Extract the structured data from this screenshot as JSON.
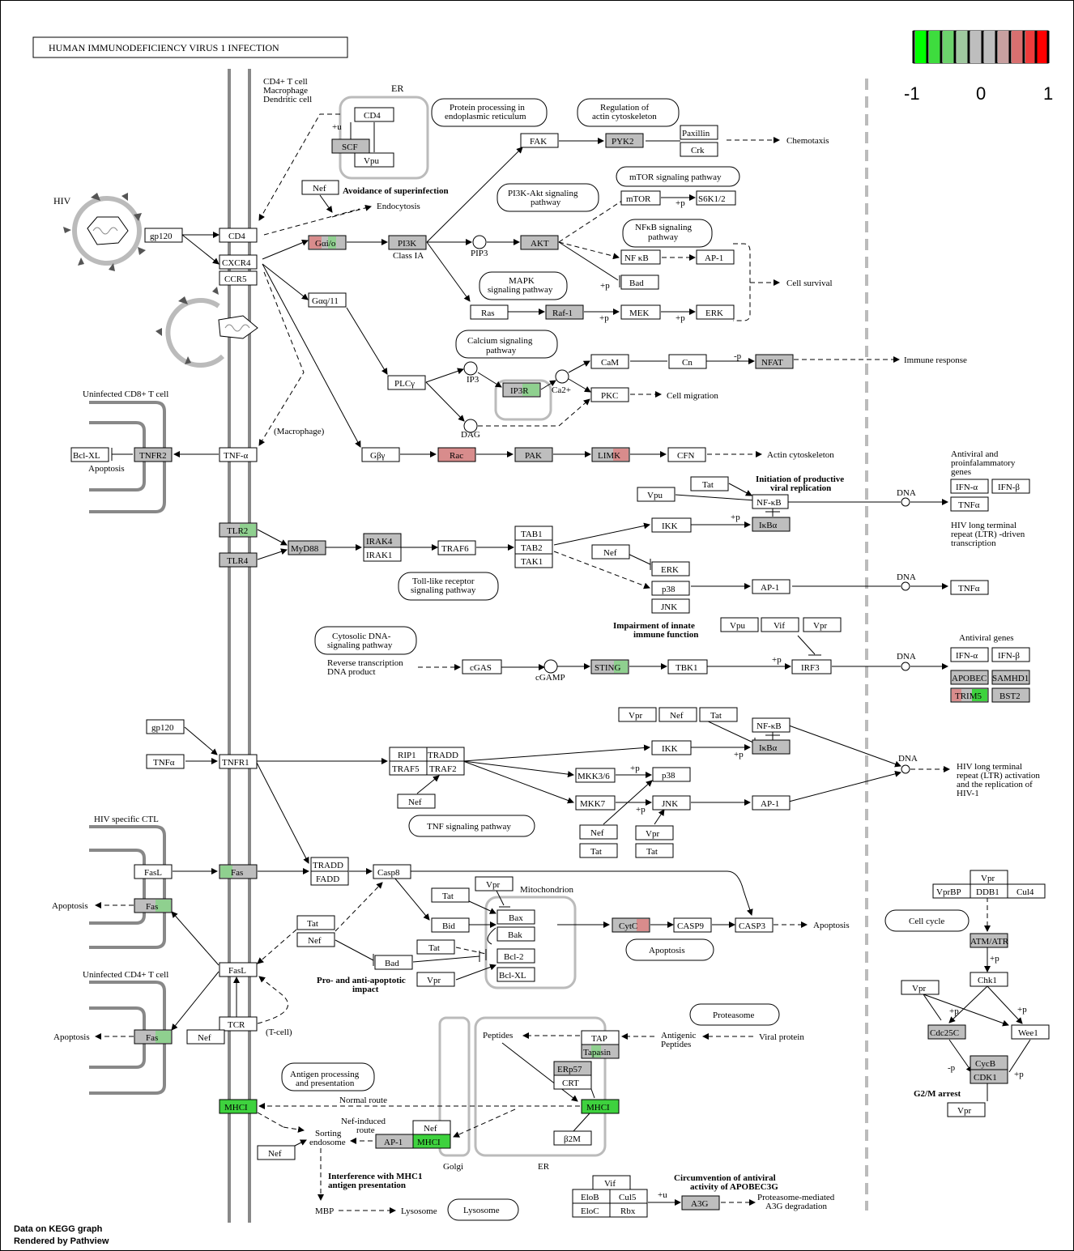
{
  "title": "HUMAN IMMUNODEFICIENCY VIRUS 1 INFECTION",
  "footer": [
    "Data on KEGG graph",
    "Rendered by Pathview"
  ],
  "legend": {
    "min_label": "-1",
    "mid_label": "0",
    "max_label": "1",
    "colors": [
      "#00ff00",
      "#3edc3e",
      "#6cd26c",
      "#a0c8a0",
      "#bebebe",
      "#bebebe",
      "#c8a0a0",
      "#d87070",
      "#ee3c3c",
      "#ff0000"
    ]
  },
  "colors": {
    "gray": "#bebebe",
    "up": "#d88c8c",
    "down": "#3ed23e",
    "light_down": "#8fd08f"
  },
  "labels": {
    "cd4_cells": [
      "CD4+ T cell",
      "Macrophage",
      "Dendritic cell"
    ],
    "hiv": "HIV",
    "er": "ER",
    "er2": "ER",
    "golgi": "Golgi",
    "uninfected_cd8": "Uninfected CD8+ T cell",
    "hiv_ctl": "HIV specific CTL",
    "uninfected_cd4": "Uninfected CD4+ T cell",
    "apoptosis": "Apoptosis",
    "mitochondrion": "Mitochondrion",
    "macrophage": "(Macrophage)",
    "tcell": "(T-cell)",
    "endocytosis": "Endocytosis",
    "chemotaxis": "Chemotaxis",
    "cell_survival": "Cell survival",
    "immune_response": "Immune response",
    "cell_migration": "Cell migration",
    "actin_cytoskeleton": "Actin cytoskeleton",
    "class_ia": "Class IA",
    "pip3": "PIP3",
    "ip3": "IP3",
    "dag": "DAG",
    "ca": "Ca2+",
    "cgamp": "cGAMP",
    "dna": "DNA",
    "antiviral_proinflam": [
      "Antiviral and",
      "proinfalammatory",
      "genes"
    ],
    "ltr_driven": [
      "HIV long terminal",
      "repeat (LTR) -driven",
      "transcription"
    ],
    "antiviral_genes": "Antiviral genes",
    "ltr_activation": [
      "HIV long terminal",
      "repeat (LTR) activation",
      "and the replication of",
      "HIV-1"
    ],
    "reverse_transcription": [
      "Reverse transcription",
      "DNA product"
    ],
    "avoidance": "Avoidance of superinfection",
    "initiation": [
      "Initiation of productive",
      "viral replication"
    ],
    "impairment": [
      "Impairment of innate",
      "immune function"
    ],
    "pro_anti": [
      "Pro- and anti-apoptotic",
      "impact"
    ],
    "interference": [
      "Interference with MHC1",
      "antigen presentation"
    ],
    "circumvention": [
      "Circumvention of antiviral",
      "activity of APOBEC3G"
    ],
    "g2m": "G2/M arrest",
    "normal_route": "Normal route",
    "nef_route": [
      "Nef-induced",
      "route"
    ],
    "sorting": [
      "Sorting",
      "endosome"
    ],
    "peptides": "Peptides",
    "antigenic": [
      "Antigenic",
      "Peptides"
    ],
    "viral_protein": "Viral protein",
    "mbp": "MBP",
    "lysosome_t": "Lysosome",
    "proteasome_deg": [
      "Proteasome-mediated",
      "A3G degradation"
    ],
    "plus_u": "+u",
    "plus_p": "+p",
    "minus_p": "-p"
  },
  "pathways": {
    "protein_processing": [
      "Protein processing in",
      "endoplasmic reticulum"
    ],
    "regulation_actin": [
      "Regulation of",
      "actin cytoskeleton"
    ],
    "mtor": "mTOR signaling pathway",
    "pi3k_akt": [
      "PI3K-Akt signaling",
      "pathway"
    ],
    "nfkb": [
      "NFκB signaling",
      "pathway"
    ],
    "mapk": [
      "MAPK",
      "signaling pathway"
    ],
    "calcium": [
      "Calcium signaling",
      "pathway"
    ],
    "tlr": [
      "Toll-like receptor",
      "signaling pathway"
    ],
    "cytosolic_dna": [
      "Cytosolic DNA-",
      "signaling pathway"
    ],
    "tnf": "TNF signaling pathway",
    "apoptosis_p": "Apoptosis",
    "antigen_processing": [
      "Antigen processing",
      "and presentation"
    ],
    "proteasome": "Proteasome",
    "cell_cycle": "Cell cycle",
    "lysosome": "Lysosome"
  },
  "genes": {
    "cd4_er": "CD4",
    "scf": "SCF",
    "vpu_er": "Vpu",
    "nef_top": "Nef",
    "gp120": "gp120",
    "cd4": "CD4",
    "cxcr4": "CXCR4",
    "ccr5": "CCR5",
    "gaio": "Gαi/o",
    "pi3k": "PI3K",
    "akt": "AKT",
    "fak": "FAK",
    "pyk2": "PYK2",
    "paxillin": "Paxillin",
    "crk": "Crk",
    "mtor": "mTOR",
    "s6k": "S6K1/2",
    "nfkb1": "NF κB",
    "ap1_a": "AP-1",
    "bad_a": "Bad",
    "ras": "Ras",
    "raf1": "Raf-1",
    "mek": "MEK",
    "erk_a": "ERK",
    "gaq": "Gαq/11",
    "plcy": "PLCγ",
    "ip3r": "IP3R",
    "cam": "CaM",
    "cn": "Cn",
    "nfat": "NFAT",
    "pkc": "PKC",
    "gby": "Gβγ",
    "rac": "Rac",
    "pak": "PAK",
    "limk": "LIMK",
    "cfn": "CFN",
    "bclxl": "Bcl-XL",
    "tnfr2": "TNFR2",
    "tnfa": "TNF-α",
    "vpu_b": "Vpu",
    "tat_a": "Tat",
    "nfkb_b": "NF-κB",
    "ikk_a": "IKK",
    "ikba_a": "IκBα",
    "ifna_a": "IFN-α",
    "ifnb_a": "IFN-β",
    "tnfa_b": "TNFα",
    "tlr2": "TLR2",
    "tlr4": "TLR4",
    "myd88": "MyD88",
    "irak4": "IRAK4",
    "irak1": "IRAK1",
    "traf6": "TRAF6",
    "tab1": "TAB1",
    "tab2": "TAB2",
    "tak1": "TAK1",
    "nef_b": "Nef",
    "erk_b": "ERK",
    "p38_a": "p38",
    "jnk_a": "JNK",
    "ap1_b": "AP-1",
    "tnfa_c": "TNFα",
    "vpu_c": "Vpu",
    "vif_a": "Vif",
    "vpr_a": "Vpr",
    "cgas": "cGAS",
    "sting": "STING",
    "tbk1": "TBK1",
    "irf3": "IRF3",
    "ifna_b": "IFN-α",
    "ifnb_b": "IFN-β",
    "apobec": "APOBEC",
    "samhd1": "SAMHD1",
    "trim5": "TRIM5",
    "bst2": "BST2",
    "vpr_b": "Vpr",
    "nef_c": "Nef",
    "tat_b": "Tat",
    "nfkb_c": "NF-κB",
    "ikk_b": "IKK",
    "ikba_b": "IκBα",
    "gp120_b": "gp120",
    "tnfa_d": "TNFα",
    "tnfr1": "TNFR1",
    "rip1": "RIP1",
    "tradd_a": "TRADD",
    "traf5": "TRAF5",
    "traf2": "TRAF2",
    "nef_d": "Nef",
    "mkk36": "MKK3/6",
    "p38_b": "p38",
    "mkk7": "MKK7",
    "jnk_b": "JNK",
    "ap1_c": "AP-1",
    "nef_e": "Nef",
    "vpr_c": "Vpr",
    "tat_c": "Tat",
    "tat_d": "Tat",
    "fasl_a": "FasL",
    "fas_a": "Fas",
    "fas_b": "Fas",
    "tradd_b": "TRADD",
    "fadd": "FADD",
    "casp8": "Casp8",
    "vpr_d": "Vpr",
    "tat_e": "Tat",
    "bax": "Bax",
    "bak": "Bak",
    "bid": "Bid",
    "tat_f": "Tat",
    "nef_f": "Nef",
    "bad_b": "Bad",
    "tat_g": "Tat",
    "bcl2": "Bcl-2",
    "bclxl_b": "Bcl-XL",
    "vpr_e": "Vpr",
    "cytc": "CytC",
    "casp9": "CASP9",
    "casp3": "CASP3",
    "fasl_b": "FasL",
    "tcr": "TCR",
    "nef_g": "Nef",
    "fas_c": "Fas",
    "tap": "TAP",
    "tapasin": "Tapasin",
    "erp57": "ERp57",
    "crt": "CRT",
    "mhci_er": "MHCI",
    "b2m": "β2M",
    "mhci_mem": "MHCI",
    "nef_h": "Nef",
    "ap1_d": "AP-1",
    "mhci_g": "MHCI",
    "nef_i": "Nef",
    "vif_b": "Vif",
    "elob": "EloB",
    "cul5": "Cul5",
    "eloc": "EloC",
    "rbx": "Rbx",
    "a3g": "A3G",
    "vpr_f": "Vpr",
    "vprbp": "VprBP",
    "ddb1": "DDB1",
    "cul4": "Cul4",
    "atm": "ATM/ATR",
    "chk1": "Chk1",
    "vpr_g": "Vpr",
    "cdc25c": "Cdc25C",
    "wee1": "Wee1",
    "cycb": "CycB",
    "cdk1": "CDK1",
    "vpr_h": "Vpr"
  }
}
